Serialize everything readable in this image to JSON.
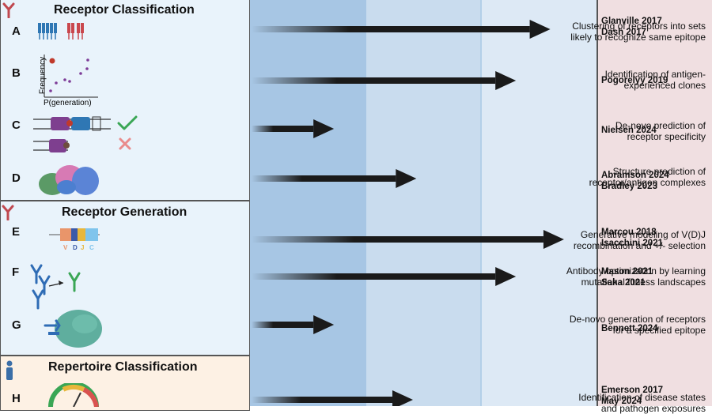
{
  "sections": [
    {
      "title": "Receptor Classification"
    },
    {
      "title": "Receptor Generation"
    },
    {
      "title": "Repertoire Classification"
    }
  ],
  "rows": [
    {
      "letter": "A",
      "desc": [
        "Clustering of receptors into sets",
        "likely to recognize same epitope"
      ],
      "refs": [
        "Glanville 2017",
        "Dash 2017"
      ],
      "arrow_fraction": 0.87
    },
    {
      "letter": "B",
      "desc": [
        "Identification of antigen-",
        "experienced clones"
      ],
      "refs": [
        "Pogorelyy 2019"
      ],
      "arrow_fraction": 0.77
    },
    {
      "letter": "C",
      "desc": [
        "De-novo prediction of",
        "receptor specificity"
      ],
      "refs": [
        "Nielsen 2024"
      ],
      "arrow_fraction": 0.24
    },
    {
      "letter": "D",
      "desc": [
        "Structure prediction of",
        "receptor/antigen complexes"
      ],
      "refs": [
        "Abramson 2024",
        "Bradley 2023"
      ],
      "arrow_fraction": 0.48
    },
    {
      "letter": "E",
      "desc": [
        "Generative modeling of V(D)J",
        "recombination and +/- selection"
      ],
      "refs": [
        "Marcou 2018",
        "Isacchini 2021"
      ],
      "arrow_fraction": 0.91
    },
    {
      "letter": "F",
      "desc": [
        "Antibody optimization by learning",
        "mutational fitness landscapes"
      ],
      "refs": [
        "Mason 2021",
        "Saka 2021"
      ],
      "arrow_fraction": 0.77
    },
    {
      "letter": "G",
      "desc": [
        "De-novo generation of receptors",
        "for a specified epitope"
      ],
      "refs": [
        "Bennett 2024"
      ],
      "arrow_fraction": 0.24
    },
    {
      "letter": "H",
      "desc": [
        "Identification of disease states",
        "and pathogen exposures"
      ],
      "refs": [
        "Emerson 2017",
        "May 2024"
      ],
      "arrow_fraction": 0.47
    }
  ],
  "icon_labels": {
    "b_ylabel": "Frequency",
    "b_xlabel": "P(generation)",
    "e_v": "V",
    "e_d": "D",
    "e_j": "J",
    "e_c": "C"
  },
  "colors": {
    "band1": "#a7c6e4",
    "band2": "#c9dcee",
    "band3": "#dde9f5",
    "refcol": "#f0dfe1",
    "panel_blue": "#e9f3fb",
    "panel_orange": "#fdf1e4",
    "arrow": "#1a1a1a"
  }
}
